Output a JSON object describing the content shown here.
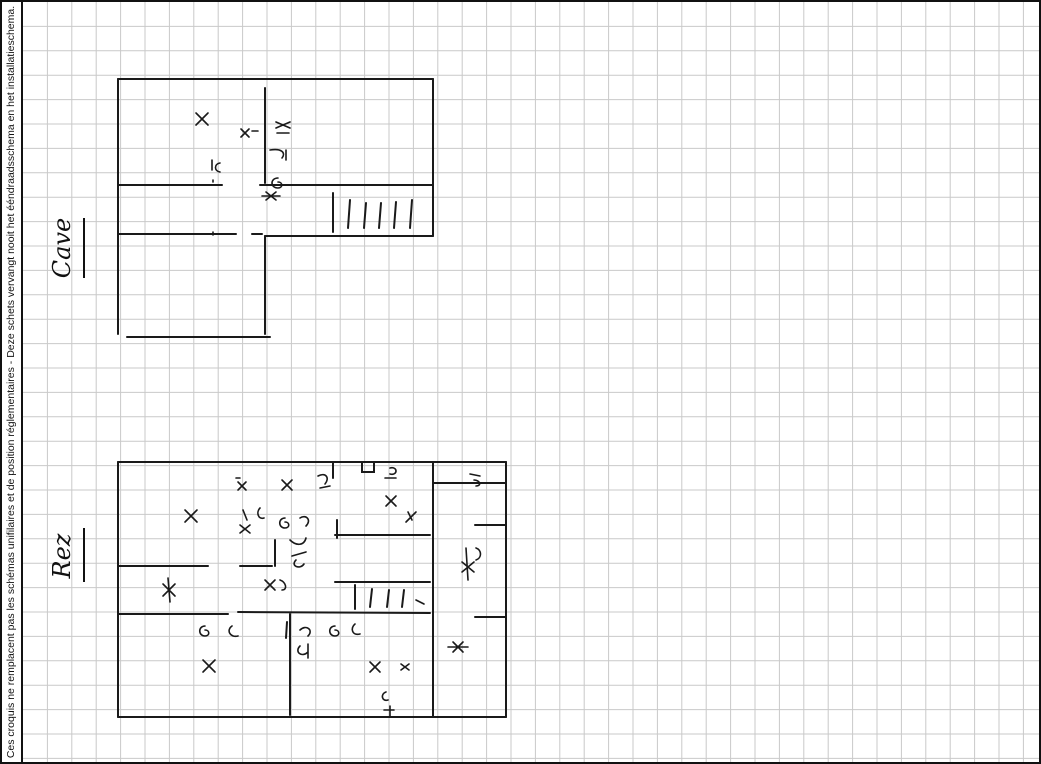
{
  "disclaimer": "Ces croquis ne remplacent pas les schémas unifilaires et de position réglementaires - Deze schets vervangt nooit het ééndraadsschema en het installatieschema.",
  "plans": [
    {
      "id": "cave",
      "label": "Cave"
    },
    {
      "id": "rez",
      "label": "Rez"
    }
  ],
  "grid": {
    "color": "#c9c9c9",
    "line_color": "#1a1a1a"
  }
}
